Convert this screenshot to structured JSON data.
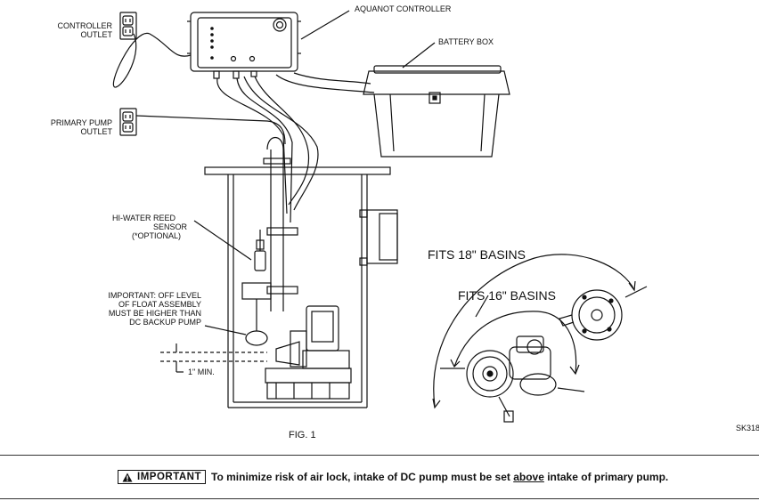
{
  "labels": {
    "controller_outlet": [
      "CONTROLLER",
      "OUTLET"
    ],
    "aquanot_controller": "AQUANOT CONTROLLER",
    "battery_box": "BATTERY BOX",
    "primary_pump_outlet": [
      "PRIMARY PUMP",
      "OUTLET"
    ],
    "hi_water_sensor": [
      "HI-WATER REED",
      "SENSOR",
      "(*OPTIONAL)"
    ],
    "important_float": [
      "IMPORTANT: OFF LEVEL",
      "OF FLOAT ASSEMBLY",
      "MUST BE HIGHER THAN",
      "DC BACKUP PUMP"
    ],
    "one_inch_min": "1\" MIN.",
    "fits_18": "FITS 18\" BASINS",
    "fits_16": "FITS 16\" BASINS",
    "sheet_code": "SK318",
    "figure_caption": "FIG. 1"
  },
  "notice": {
    "badge": "IMPORTANT",
    "text_before": "To minimize risk of air lock, intake of DC pump must be set ",
    "text_emphasis": "above",
    "text_after": " intake of primary pump."
  },
  "icons": {
    "badge_icon": "warning-triangle-icon"
  }
}
